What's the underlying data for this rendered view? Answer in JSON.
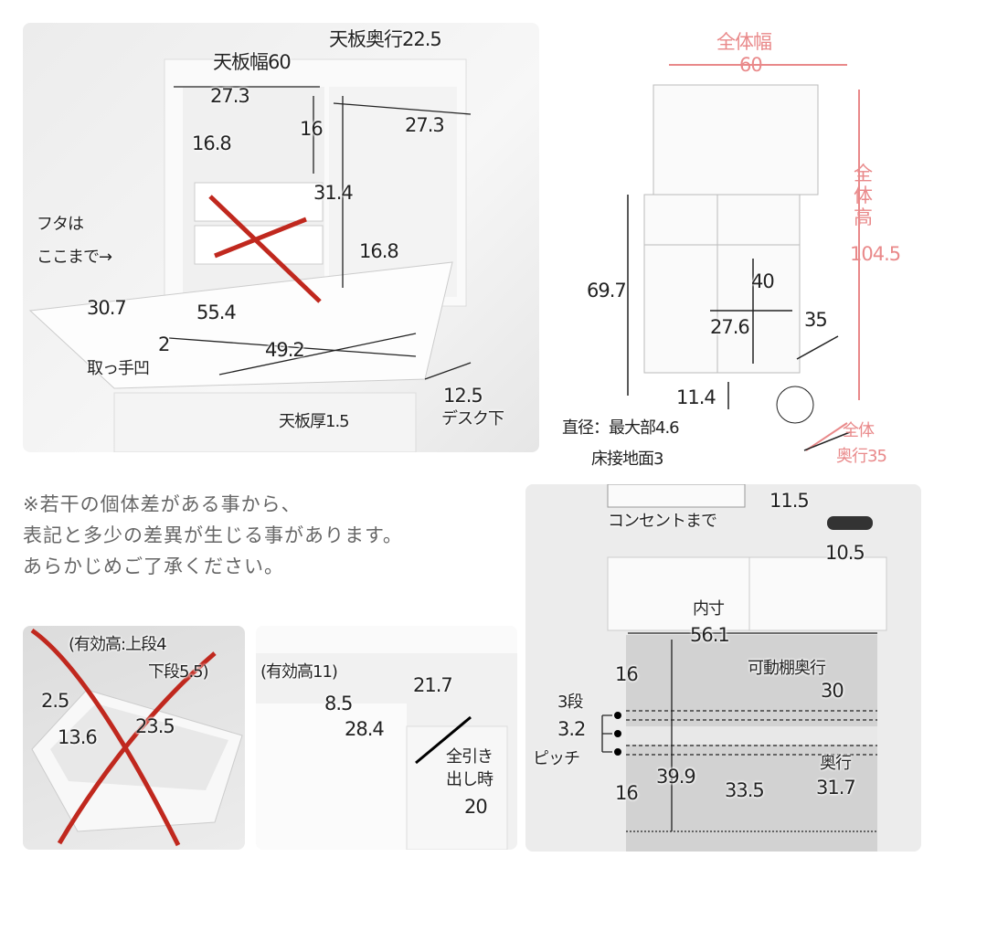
{
  "colors": {
    "overall_dimension": "#e9898a",
    "cross_mark": "#c0281e",
    "text": "#222222"
  },
  "panel_desk": {
    "top_width": "天板幅60",
    "top_depth": "天板奥行22.5",
    "w_left": "27.3",
    "w_right": "27.3",
    "h_16": "16",
    "shelf_16_8_a": "16.8",
    "h_31_4": "31.4",
    "shelf_16_8_b": "16.8",
    "lid_line_1": "フタは",
    "lid_line_2": "ここまで→",
    "d_30_7": "30.7",
    "w_55_4": "55.4",
    "w_49_2": "49.2",
    "grip_depth": "2",
    "grip_label": "取っ手凹",
    "thickness": "天板厚1.5",
    "under_desk_value": "12.5",
    "under_desk_label": "デスク下"
  },
  "panel_overall": {
    "width_label": "全体幅",
    "width_value": "60",
    "height_label": "全体高",
    "height_chars": [
      "全",
      "体",
      "高"
    ],
    "height_value": "104.5",
    "h_69_7": "69.7",
    "h_40": "40",
    "w_27_6": "27.6",
    "d_35": "35",
    "leg_11_4": "11.4",
    "leg_diameter": "直径：最大部4.6",
    "leg_floor": "床接地面3",
    "depth_label": "全体",
    "depth_value": "奥行35"
  },
  "note": {
    "lines": [
      "※若干の個体差がある事から、",
      "表記と多少の差異が生じる事があります。",
      "あらかじめご了承ください。"
    ]
  },
  "panel_tray": {
    "eff_height_1": "(有効高:上段4",
    "eff_height_2": "下段5.5)",
    "h_2_5": "2.5",
    "d_13_6": "13.6",
    "w_23_5": "23.5"
  },
  "panel_drawer": {
    "eff_height": "(有効高11)",
    "h_8_5": "8.5",
    "w_21_7": "21.7",
    "d_28_4": "28.4",
    "pull_1": "全引き",
    "pull_2": "出し時",
    "pull_value": "20"
  },
  "panel_cabinet": {
    "outlet_value": "11.5",
    "outlet_label": "コンセントまで",
    "outlet_width": "10.5",
    "inner_label": "内寸",
    "inner_width": "56.1",
    "upper_16": "16",
    "shelf_depth_label": "可動棚奥行",
    "shelf_depth_value": "30",
    "steps": "3段",
    "pitch_value": "3.2",
    "pitch_label": "ピッチ",
    "height_39_9": "39.9",
    "lower_16": "16",
    "h_33_5": "33.5",
    "depth_label": "奥行",
    "depth_value": "31.7"
  }
}
